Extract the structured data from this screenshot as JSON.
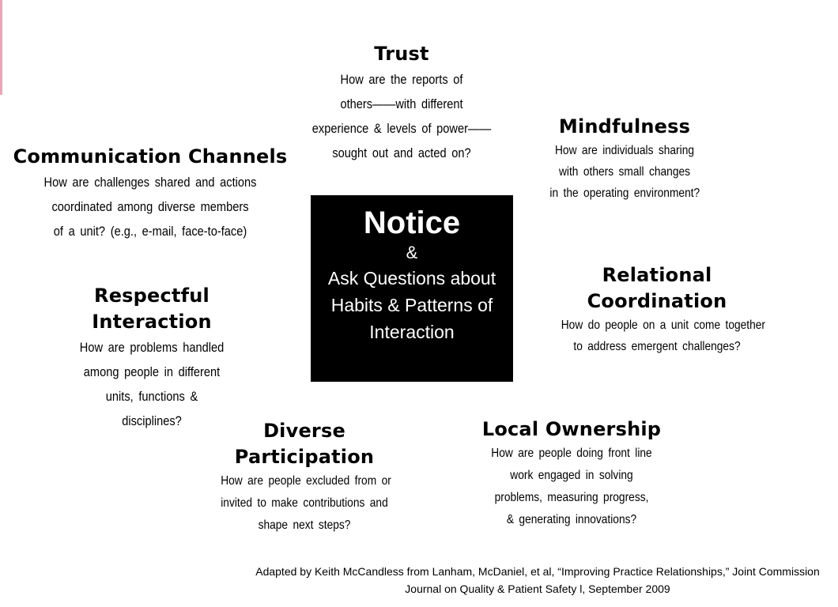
{
  "nodes": {
    "trust": {
      "title": "Trust",
      "lines": [
        "How are the reports of",
        "others——with different",
        "experience & levels of power——",
        "sought out and acted on?"
      ]
    },
    "mindfulness": {
      "title": "Mindfulness",
      "lines": [
        "How are individuals sharing",
        "with others small changes",
        "in the operating environment?"
      ]
    },
    "communication": {
      "title": "Communication Channels",
      "lines": [
        "How are challenges shared and actions",
        "coordinated among diverse members",
        "of a unit? (e.g., e-mail, face-to-face)"
      ]
    },
    "respectful": {
      "title_lines": [
        "Respectful",
        "Interaction"
      ],
      "lines": [
        "How are problems handled",
        "among people in different",
        "units, functions &",
        "disciplines?"
      ]
    },
    "relational": {
      "title_lines": [
        "Relational",
        "Coordination"
      ],
      "lines": [
        "How do people on a unit come together",
        "to address emergent challenges?"
      ]
    },
    "diverse": {
      "title_lines": [
        "Diverse",
        "Participation"
      ],
      "lines": [
        "How are people excluded from or",
        "invited to make contributions and",
        "shape next steps?"
      ]
    },
    "local": {
      "title": "Local Ownership",
      "lines": [
        "How are people doing front line",
        "work engaged in solving",
        "problems, measuring progress,",
        "& generating innovations?"
      ]
    }
  },
  "center": {
    "title": "Notice",
    "amp": "&",
    "body_lines": [
      "Ask Questions",
      "about Habits &",
      "Patterns of",
      "Interaction"
    ]
  },
  "footer": {
    "lines": [
      "Adapted by Keith McCandless from Lanham, McDaniel, et al, “Improving Practice Relationships,”",
      "Joint Commission Journal on Quality & Patient Safety l, September 2009"
    ]
  },
  "colors": {
    "center_box": "#000000",
    "center_text": "#ffffff",
    "edge_accent": "#e9a6b8"
  }
}
